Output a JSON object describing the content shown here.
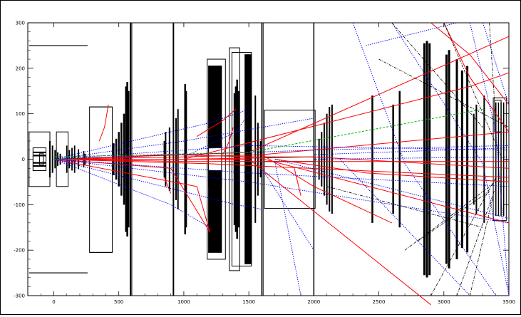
{
  "plot": {
    "x_ticks": [
      0,
      500,
      1000,
      1500,
      2000,
      2500,
      3000,
      3500
    ],
    "y_ticks": [
      300,
      200,
      100,
      0,
      -100,
      -200,
      -300
    ],
    "x_range": [
      -200,
      3500
    ],
    "y_range": [
      -300,
      300
    ]
  },
  "colors": {
    "detector": "#000000",
    "charged_track": "#ff0000",
    "neutral_track": "#0000ff",
    "green_track": "#00b000",
    "dashdot_track": "#000000"
  }
}
